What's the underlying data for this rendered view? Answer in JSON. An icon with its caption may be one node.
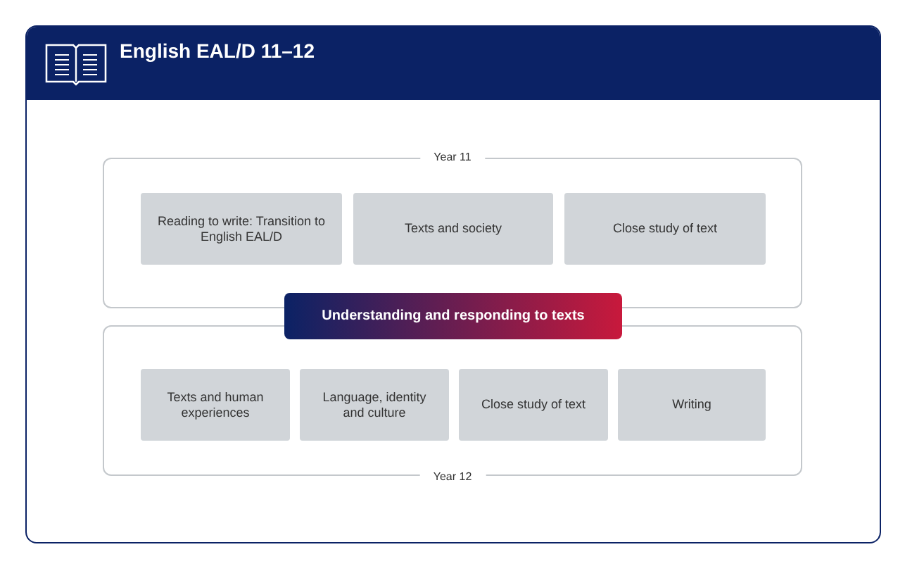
{
  "diagram": {
    "title": "English EAL/D 11–12",
    "nodes": [
      {
        "text": [
          "Year 11"
        ]
      },
      {
        "text": [
          "Reading to write: Transition to English EAL/D"
        ],
        "in": 0
      },
      {
        "text": [
          "Texts and society"
        ],
        "in": 0
      },
      {
        "text": [
          "Close study of text"
        ],
        "in": 0
      },
      {
        "text": [
          "Understanding and responding to texts"
        ]
      },
      {
        "text": [
          "Year 12"
        ]
      },
      {
        "text": [
          "Texts and human experiences"
        ],
        "in": 5
      },
      {
        "text": [
          "Language, identity and culture"
        ],
        "in": 5
      },
      {
        "text": [
          "Close study of text"
        ],
        "in": 5
      },
      {
        "text": [
          "Writing"
        ],
        "in": 5
      }
    ],
    "edges": []
  }
}
